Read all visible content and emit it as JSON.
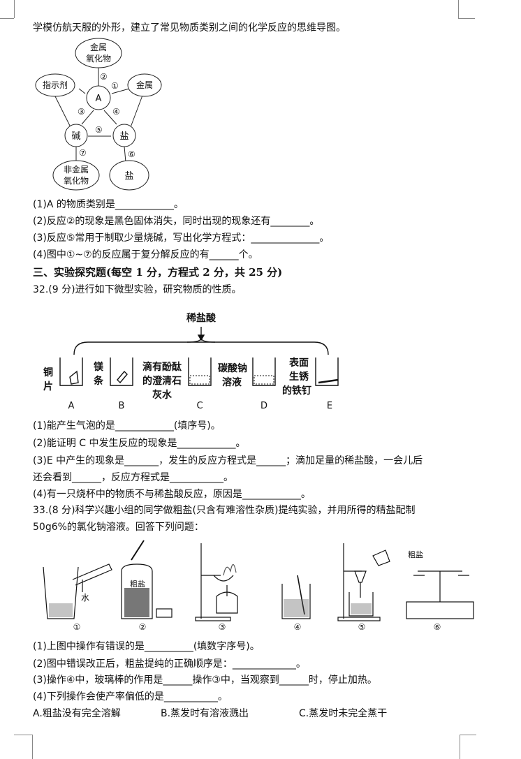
{
  "intro": "学模仿航天服的外形，建立了常见物质类别之间的化学反应的思维导图。",
  "mindmap": {
    "center": "A",
    "nodes": {
      "metal_oxide": [
        "金属",
        "氧化物"
      ],
      "indicator": "指示剂",
      "metal": "金属",
      "base": "碱",
      "salt": "盐",
      "nonmetal_oxide": [
        "非金属",
        "氧化物"
      ],
      "salt2": "盐"
    },
    "labels": {
      "r1": "①",
      "r2": "②",
      "r3": "③",
      "r4": "④",
      "r5": "⑤",
      "r6": "⑥",
      "r7": "⑦"
    }
  },
  "q31": [
    "(1)A 的物质类别是____________。",
    "(2)反应②的现象是黑色固体消失，同时出现的现象还有________。",
    "(3)反应⑤常用于制取少量烧碱，写出化学方程式：______________。",
    "(4)图中①~⑦的反应属于复分解反应的有______个。"
  ],
  "section3": "三、实验探究题(每空 1 分，方程式 2 分，共 25 分)",
  "q32_stem": "32.(9 分)进行如下微型实验，研究物质的性质。",
  "fig32": {
    "top_label": "稀盐酸",
    "a_label": [
      "铜",
      "片"
    ],
    "b_label": [
      "镁",
      "条"
    ],
    "c_label": [
      "滴有酚酞",
      "的澄清石",
      "灰水"
    ],
    "d_label": [
      "碳酸钠",
      "溶液"
    ],
    "e_label": [
      "表面",
      "生锈",
      "的铁钉"
    ],
    "letters": [
      "A",
      "B",
      "C",
      "D",
      "E"
    ]
  },
  "q32": [
    "(1)能产生气泡的是____________(填序号)。",
    "(2)能证明 C 中发生反应的现象是____________。",
    "(3)E 中产生的现象是_______，发生的反应方程式是______；滴加足量的稀盐酸，一会儿后",
    "还会看到______，反应方程式是___________。",
    "(4)有一只烧杯中的物质不与稀盐酸反应，原因是____________。"
  ],
  "q33_stem": [
    "33.(8 分)科学兴趣小组的同学做粗盐(只含有难溶性杂质)提纯实验，并用所得的精盐配制",
    "50g6%的氯化钠溶液。回答下列问题："
  ],
  "fig33": {
    "water": "水",
    "crude_salt": "粗盐",
    "crude_salt2": "粗盐",
    "nums": [
      "①",
      "②",
      "③",
      "④",
      "⑤",
      "⑥"
    ]
  },
  "q33": [
    "(1)上图中操作有错误的是__________(填数字序号)。",
    "(2)图中错误改正后，粗盐提纯的正确顺序是：_____________。",
    "(3)操作④中，玻璃棒的作用是______操作③中，当观察到______时，停止加热。",
    "(4)下列操作会使产率偏低的是___________。"
  ],
  "options": {
    "a": "A.粗盐没有完全溶解",
    "b": "B.蒸发时有溶液溅出",
    "c": "C.蒸发时未完全蒸干"
  }
}
